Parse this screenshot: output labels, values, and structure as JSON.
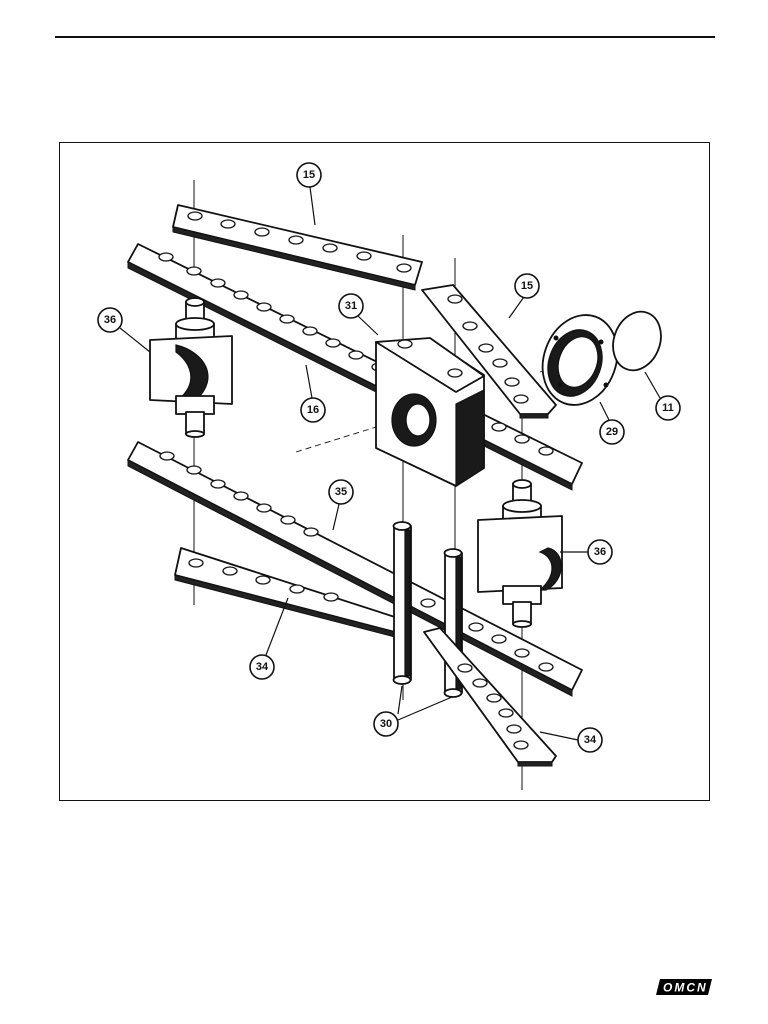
{
  "figure": {
    "callouts": [
      {
        "id": "c15a",
        "label": "15"
      },
      {
        "id": "c15b",
        "label": "15"
      },
      {
        "id": "c31",
        "label": "31"
      },
      {
        "id": "c36a",
        "label": "36"
      },
      {
        "id": "c16",
        "label": "16"
      },
      {
        "id": "c29",
        "label": "29"
      },
      {
        "id": "c11",
        "label": "11"
      },
      {
        "id": "c35",
        "label": "35"
      },
      {
        "id": "c36b",
        "label": "36"
      },
      {
        "id": "c34a",
        "label": "34"
      },
      {
        "id": "c30",
        "label": "30"
      },
      {
        "id": "c34b",
        "label": "34"
      }
    ]
  },
  "logo": {
    "text": "OMCN",
    "color": "#000000"
  }
}
